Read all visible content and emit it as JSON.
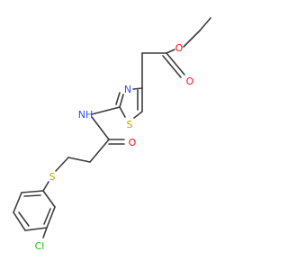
{
  "molecule": {
    "colors": {
      "carbon": "#3c3c3c",
      "oxygen": "#ff0d0d",
      "nitrogen": "#3050f8",
      "sulfur": "#c8a000",
      "chlorine": "#1fb81f",
      "background": "#ffffff"
    },
    "atoms": {
      "ester_o_single": "O",
      "ester_o_double": "O",
      "thiazole_n": "N",
      "thiazole_s": "S",
      "amide_nh": "NH",
      "amide_o": "O",
      "thioether_s": "S",
      "chloro": "Cl"
    }
  }
}
